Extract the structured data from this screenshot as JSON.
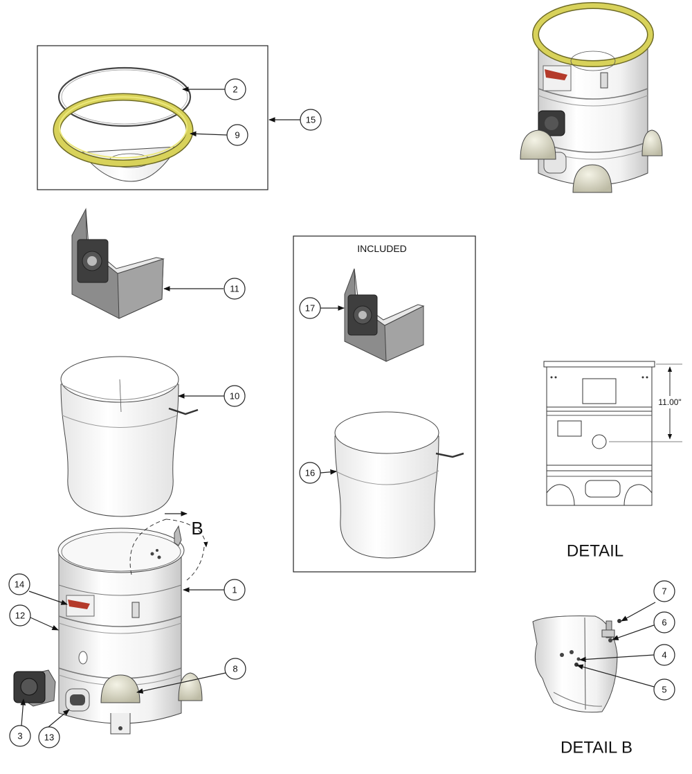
{
  "labels": {
    "included": "INCLUDED",
    "detail": "DETAIL",
    "detail_b": "DETAIL  B",
    "view_b": "B",
    "dimension": "11.00\""
  },
  "callouts": [
    {
      "id": "c2",
      "num": "2"
    },
    {
      "id": "c9",
      "num": "9"
    },
    {
      "id": "c15",
      "num": "15"
    },
    {
      "id": "c11",
      "num": "11"
    },
    {
      "id": "c10",
      "num": "10"
    },
    {
      "id": "c17",
      "num": "17"
    },
    {
      "id": "c16",
      "num": "16"
    },
    {
      "id": "c1",
      "num": "1"
    },
    {
      "id": "c14",
      "num": "14"
    },
    {
      "id": "c12",
      "num": "12"
    },
    {
      "id": "c8",
      "num": "8"
    },
    {
      "id": "c3",
      "num": "3"
    },
    {
      "id": "c13",
      "num": "13"
    },
    {
      "id": "c7",
      "num": "7"
    },
    {
      "id": "c6",
      "num": "6"
    },
    {
      "id": "c4",
      "num": "4"
    },
    {
      "id": "c5",
      "num": "5"
    }
  ],
  "colors": {
    "yellow_ring": "#d8d25a",
    "bag_gray": "#8c8c8c",
    "foot_beige": "#dedcc8",
    "motor_dark": "#3a3a3a",
    "badge_red": "#b43a2a"
  }
}
